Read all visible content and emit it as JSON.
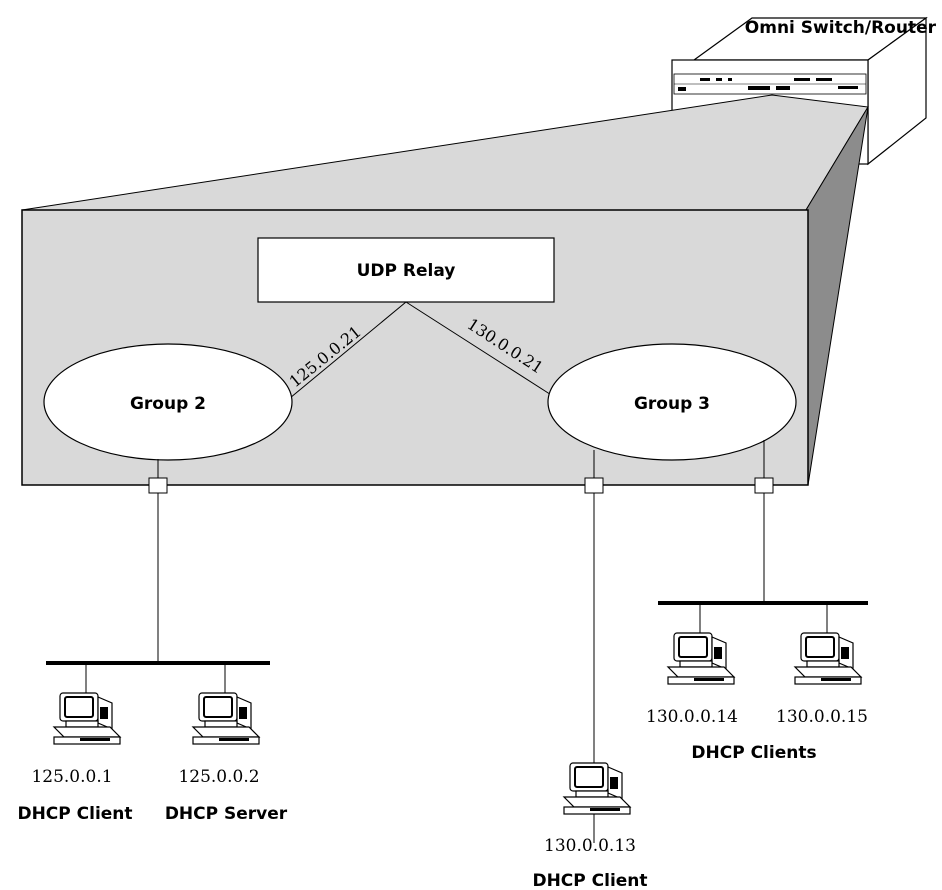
{
  "router": {
    "title": "Omni Switch/Router"
  },
  "relay": {
    "label": "UDP Relay"
  },
  "groups": [
    {
      "label": "Group 2",
      "link_ip": "125.0.0.21"
    },
    {
      "label": "Group 3",
      "link_ip": "130.0.0.21"
    }
  ],
  "hosts": [
    {
      "ip": "125.0.0.1"
    },
    {
      "ip": "125.0.0.2"
    },
    {
      "ip": "130.0.0.13"
    },
    {
      "ip": "130.0.0.14"
    },
    {
      "ip": "130.0.0.15"
    }
  ],
  "host_roles": {
    "client_125": "DHCP Client",
    "server_125": "DHCP Server",
    "client_130": "DHCP Client",
    "clients_130": "DHCP Clients"
  },
  "colors": {
    "panel_fill": "#d9d9d9",
    "panel_side": "#8c8c8c",
    "line": "#000000"
  }
}
